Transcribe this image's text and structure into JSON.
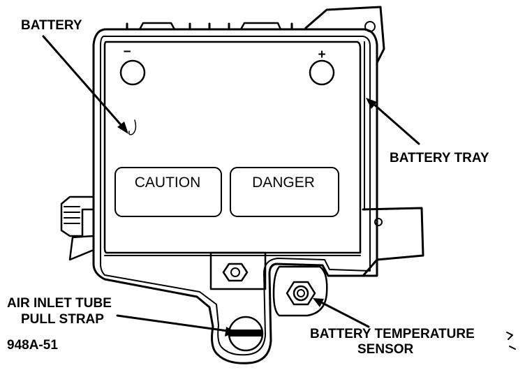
{
  "labels": {
    "battery": "BATTERY",
    "battery_tray": "BATTERY TRAY",
    "caution": "CAUTION",
    "danger": "DANGER",
    "air_inlet_line1": "AIR INLET TUBE",
    "air_inlet_line2": "PULL STRAP",
    "figure_id": "948A-51",
    "sensor_line1": "BATTERY TEMPERATURE",
    "sensor_line2": "SENSOR",
    "negative_symbol": "−",
    "positive_symbol": "+"
  },
  "colors": {
    "ink": "#000000",
    "paper": "#ffffff"
  }
}
